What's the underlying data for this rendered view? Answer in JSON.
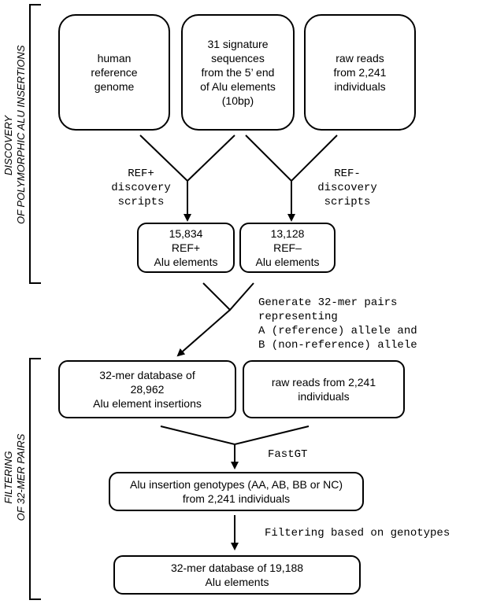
{
  "sections": {
    "discovery": {
      "line1": "DISCOVERY",
      "line2": "OF POLYMORPHIC ALU INSERTIONS"
    },
    "filtering": {
      "line1": "FILTERING",
      "line2": "OF 32-MER PAIRS"
    }
  },
  "boxes": {
    "human_genome": "human\nreference\ngenome",
    "signatures": "31 signature\nsequences\nfrom the 5’ end\nof Alu elements\n(10bp)",
    "raw_reads_top": "raw reads\nfrom 2,241\nindividuals",
    "ref_plus": "15,834\nREF+\nAlu elements",
    "ref_minus": "13,128\nREF–\nAlu elements",
    "db_32mer": "32-mer database of\n28,962\nAlu element insertions",
    "raw_reads_bottom": "raw reads from 2,241\nindividuals",
    "genotypes": "Alu insertion genotypes (AA, AB, BB or NC)\nfrom 2,241 individuals",
    "db_final": "32-mer database of 19,188\nAlu elements"
  },
  "labels": {
    "ref_plus_scripts": "REF+\ndiscovery\nscripts",
    "ref_minus_scripts": "REF-\ndiscovery\nscripts",
    "generate_pairs": "Generate 32-mer pairs\nrepresenting\nA (reference) allele and\nB (non-reference) allele",
    "fastgt": "FastGT",
    "filtering_step": "Filtering based on genotypes"
  }
}
